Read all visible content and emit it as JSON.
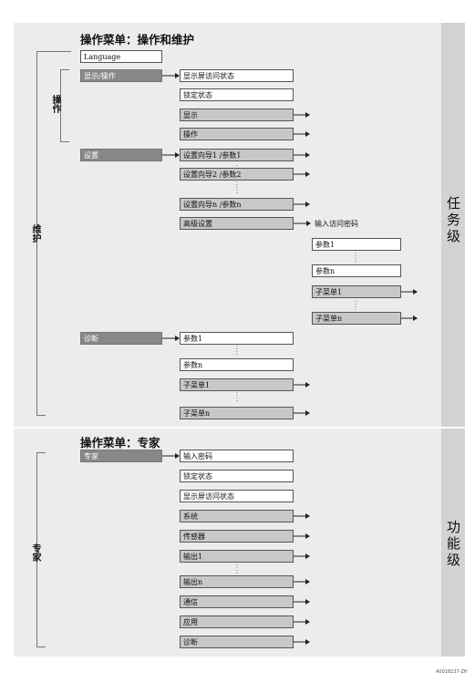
{
  "menu_operation": {
    "title": "操作菜单：操作和维护",
    "level_label": "任务级",
    "group_maintenance": "维护",
    "group_operation": "操作",
    "language": "Language",
    "display_operation": "显示/操作",
    "display_children": [
      "显示屏访问状态",
      "锁定状态",
      "显示",
      "操作"
    ],
    "setup": "设置",
    "setup_children": [
      "设置向导1 /参数1",
      "设置向导2 /参数2",
      "设置向导n /参数n",
      "高级设置"
    ],
    "enter_access_code": "输入访问密码",
    "advanced_children": [
      "参数1",
      "参数n",
      "子菜单1",
      "子菜单n"
    ],
    "diagnostics": "诊断",
    "diagnostics_children": [
      "参数1",
      "参数n",
      "子菜单1",
      "子菜单n"
    ]
  },
  "menu_expert": {
    "title": "操作菜单：专家",
    "level_label": "功能级",
    "group_expert": "专家",
    "expert": "专家",
    "expert_children": [
      "输入密码",
      "锁定状态",
      "显示屏访问状态",
      "系统",
      "传感器",
      "输出1",
      "输出n",
      "通信",
      "应用",
      "诊断"
    ]
  },
  "footnote": "A0018237-ZH"
}
